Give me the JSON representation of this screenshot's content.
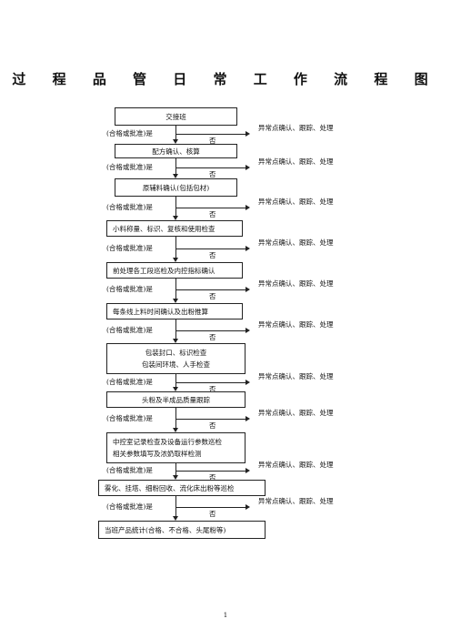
{
  "title": "过 程 品 管 日 常 工 作 流 程 图",
  "decision_label": "(合格或批准)是",
  "no_label": "否",
  "exception_label": "异常点确认、跟踪、处理",
  "steps": [
    {
      "lines": [
        "交接班"
      ]
    },
    {
      "lines": [
        "配方确认、核算"
      ]
    },
    {
      "lines": [
        "原辅料确认(包括包材)"
      ]
    },
    {
      "lines": [
        "小料称量、标识、复核和使用检查"
      ]
    },
    {
      "lines": [
        "前处理各工段巡检及内控指标确认"
      ]
    },
    {
      "lines": [
        "每条线上料时间确认及出粉推算"
      ]
    },
    {
      "lines": [
        "包装封口、标识检查",
        "包装间环境、人手检查"
      ]
    },
    {
      "lines": [
        "头粉及半成品质量跟踪"
      ]
    },
    {
      "lines": [
        "中控室记录检查及设备运行参数巡检",
        "相关参数填写及浓奶取样检测"
      ]
    },
    {
      "lines": [
        "雾化、挂塔、细粉回收、流化床出粉等巡检"
      ]
    },
    {
      "lines": [
        "当班产品统计(合格、不合格、头尾粉等)"
      ]
    }
  ],
  "page_number": "1"
}
